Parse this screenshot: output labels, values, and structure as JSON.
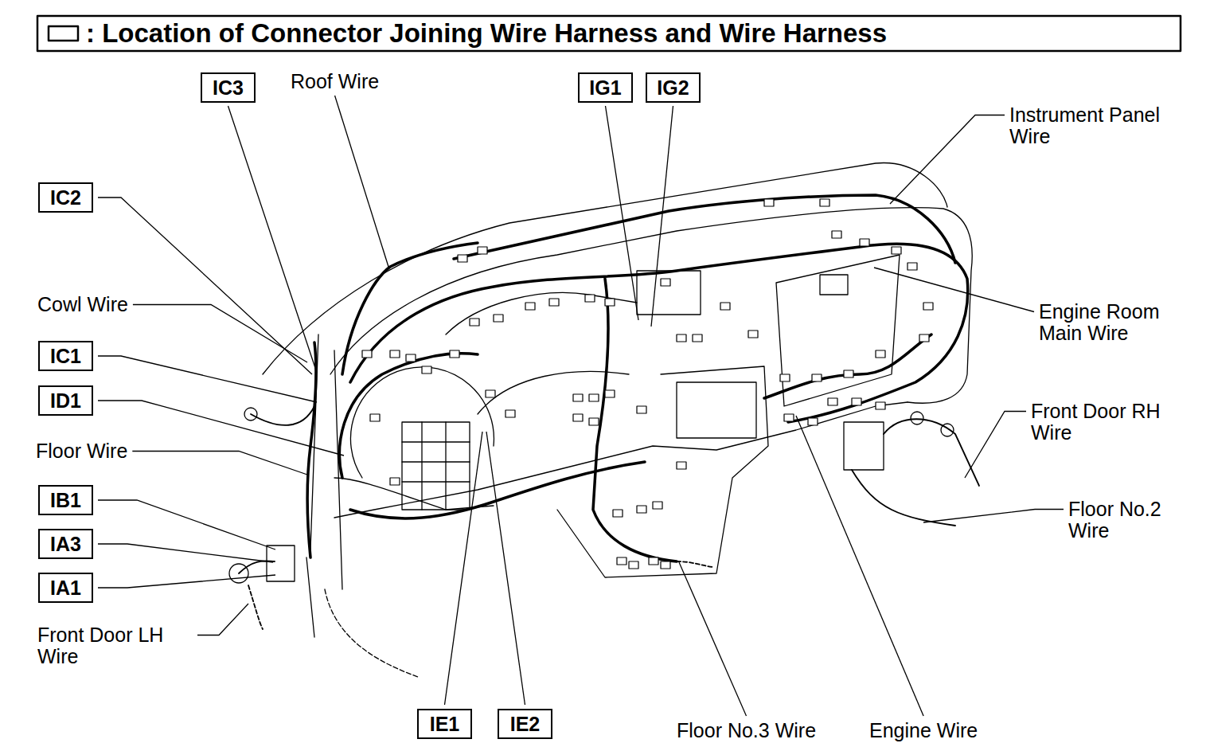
{
  "diagram": {
    "title": ": Location of Connector Joining Wire Harness and Wire Harness",
    "nodes": [
      {
        "text": [
          "IC3"
        ]
      },
      {
        "text": [
          "IG1"
        ]
      },
      {
        "text": [
          "IG2"
        ]
      },
      {
        "text": [
          "IC2"
        ]
      },
      {
        "text": [
          "IC1"
        ]
      },
      {
        "text": [
          "ID1"
        ]
      },
      {
        "text": [
          "IB1"
        ]
      },
      {
        "text": [
          "IA3"
        ]
      },
      {
        "text": [
          "IA1"
        ]
      },
      {
        "text": [
          "IE1"
        ]
      },
      {
        "text": [
          "IE2"
        ]
      }
    ],
    "labels": [
      "Roof Wire",
      "Instrument Panel Wire",
      "Cowl Wire",
      "Engine Room Main Wire",
      "Front Door RH Wire",
      "Floor Wire",
      "Floor No.2 Wire",
      "Front Door LH Wire",
      "Floor No.3 Wire",
      "Engine Wire"
    ]
  }
}
